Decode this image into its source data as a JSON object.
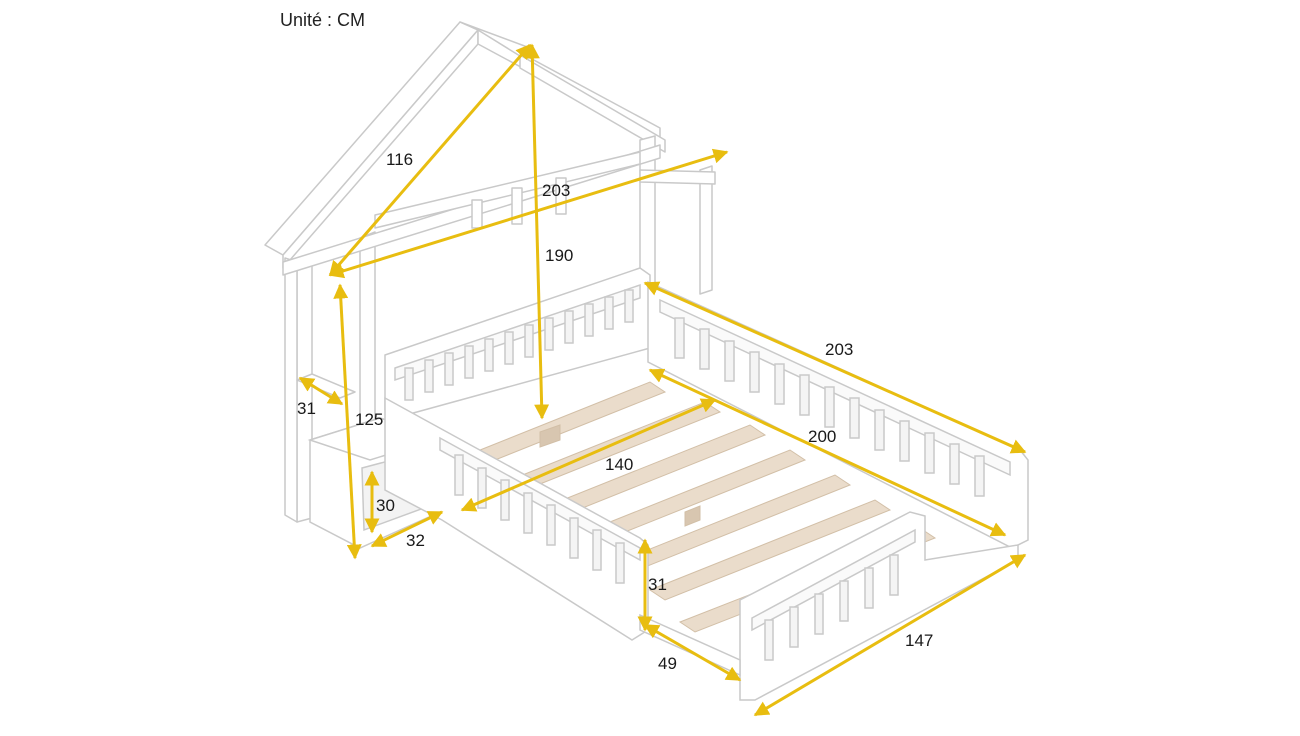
{
  "unit_label": "Unité : CM",
  "colors": {
    "background": "#ffffff",
    "frame_stroke": "#c9c9c9",
    "frame_fill": "#ffffff",
    "slat": "#eadccb",
    "slat_shadow": "#d8c6b0",
    "dimension_arrow": "#e8bd10",
    "text": "#1a1a1a"
  },
  "dimensions": {
    "roof_slope": "116",
    "headboard_width": "203",
    "house_height": "190",
    "side_rail_length": "203",
    "shelf_depth": "31",
    "post_height": "125",
    "inner_length": "200",
    "inner_width": "140",
    "cubby_height": "30",
    "cubby_width": "32",
    "rail_height": "31",
    "gap_width": "49",
    "total_width": "147"
  }
}
